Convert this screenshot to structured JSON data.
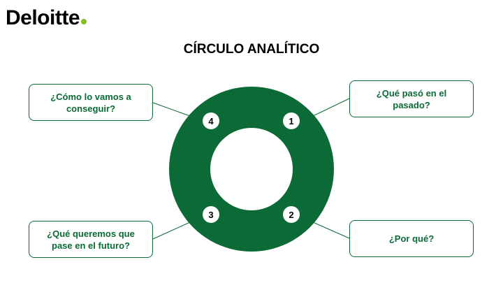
{
  "logo": {
    "text": "Deloitte",
    "dot_color": "#86bc25"
  },
  "title": "CÍRCULO ANALÍTICO",
  "colors": {
    "ring": "#0b6a35",
    "box_border": "#0b6a35",
    "connector": "#0b6a35"
  },
  "steps": [
    {
      "number": "1",
      "label": "¿Qué pasó en el pasado?"
    },
    {
      "number": "2",
      "label": "¿Por qué?"
    },
    {
      "number": "3",
      "label": "¿Qué queremos que pase en el futuro?"
    },
    {
      "number": "4",
      "label": "¿Cómo lo vamos a conseguir?"
    }
  ]
}
